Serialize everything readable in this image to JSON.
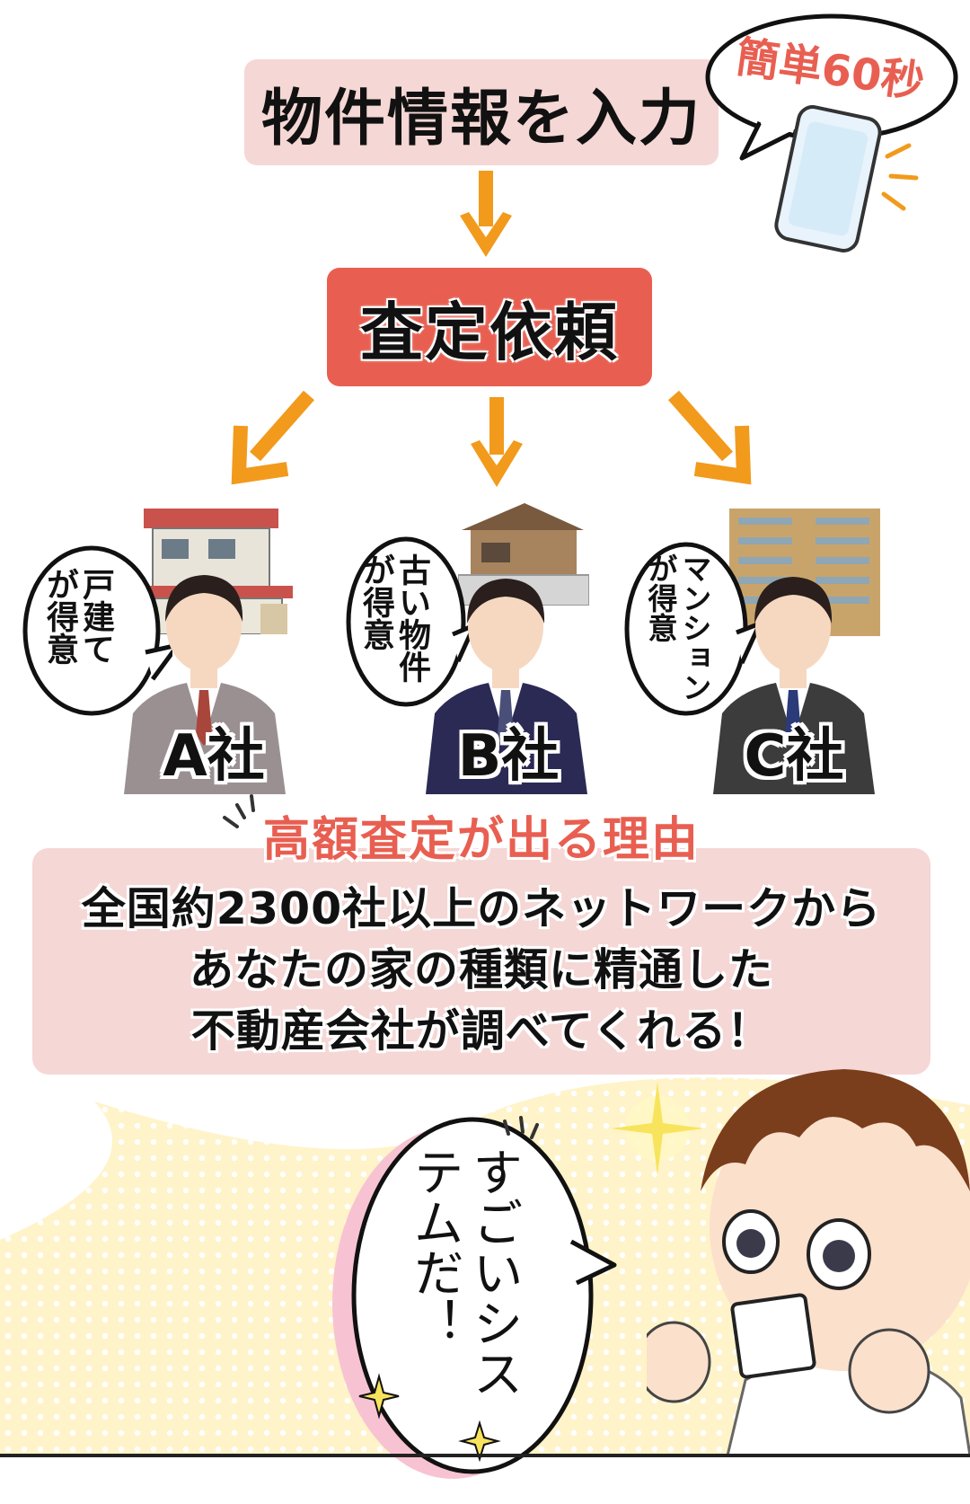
{
  "flow": {
    "step1": "物件情報を入力",
    "speech_badge": "簡単60秒",
    "step2": "査定依頼"
  },
  "companies": [
    {
      "label": "A社",
      "speech": "戸建てが得意",
      "suit_color": "#9a9092"
    },
    {
      "label": "B社",
      "speech": "古い物件が得意",
      "suit_color": "#2b2a55"
    },
    {
      "label": "C社",
      "speech": "マンションが得意",
      "suit_color": "#3c3c3c"
    }
  ],
  "reason": {
    "title": "高額査定が出る理由",
    "lines": [
      "全国約2300社以上のネットワークから",
      "あなたの家の種類に精通した",
      "不動産会社が調べてくれる！"
    ]
  },
  "character": {
    "speech": "すごいシステムだ！"
  },
  "colors": {
    "accent": "#e85f51",
    "panel": "#f5d7d5",
    "arrow": "#f29a1c",
    "dots_bg": "#fff3c9"
  }
}
